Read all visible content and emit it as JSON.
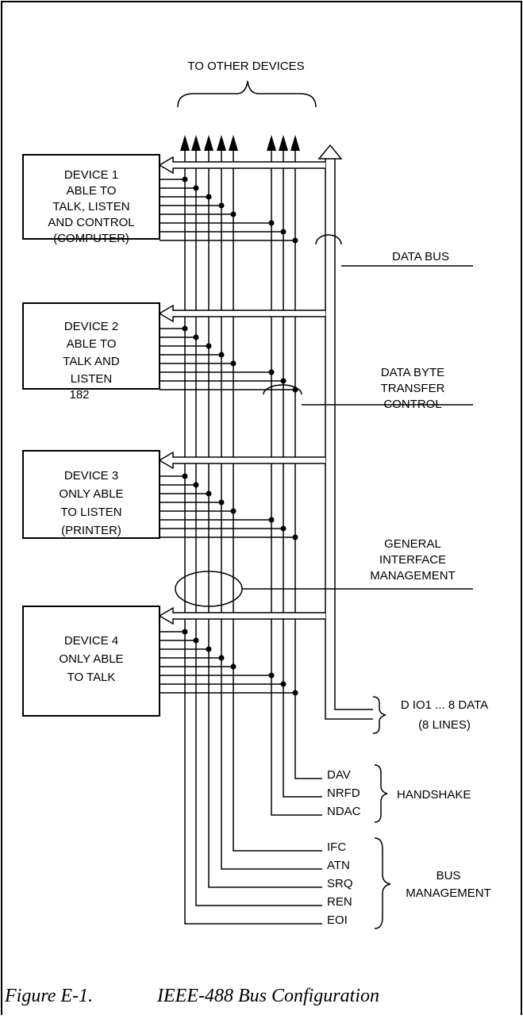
{
  "title": "TO OTHER DEVICES",
  "devices": [
    {
      "lines": [
        "DEVICE 1",
        "ABLE TO",
        "TALK, LISTEN",
        "AND CONTROL",
        "(COMPUTER)"
      ]
    },
    {
      "lines": [
        "DEVICE 2",
        "ABLE TO",
        "TALK AND",
        "LISTEN",
        "182"
      ]
    },
    {
      "lines": [
        "DEVICE 3",
        "ONLY ABLE",
        "TO LISTEN",
        "(PRINTER)"
      ]
    },
    {
      "lines": [
        "DEVICE 4",
        "ONLY ABLE",
        "TO TALK"
      ]
    }
  ],
  "bus_labels": {
    "data_bus": "DATA BUS",
    "transfer_control": [
      "DATA BYTE",
      "TRANSFER",
      "CONTROL"
    ],
    "interface_mgmt": [
      "GENERAL",
      "INTERFACE",
      "MANAGEMENT"
    ]
  },
  "data_lines": {
    "name": "D IO1 ... 8 DATA",
    "count": "(8 LINES)"
  },
  "handshake": {
    "lines": [
      "DAV",
      "NRFD",
      "NDAC"
    ],
    "group": "HANDSHAKE"
  },
  "bus_management": {
    "lines": [
      "IFC",
      "ATN",
      "SRQ",
      "REN",
      "EOI"
    ],
    "group": [
      "BUS",
      "MANAGEMENT"
    ]
  },
  "caption": {
    "number": "Figure E-1.",
    "text": "IEEE-488 Bus Configuration"
  }
}
